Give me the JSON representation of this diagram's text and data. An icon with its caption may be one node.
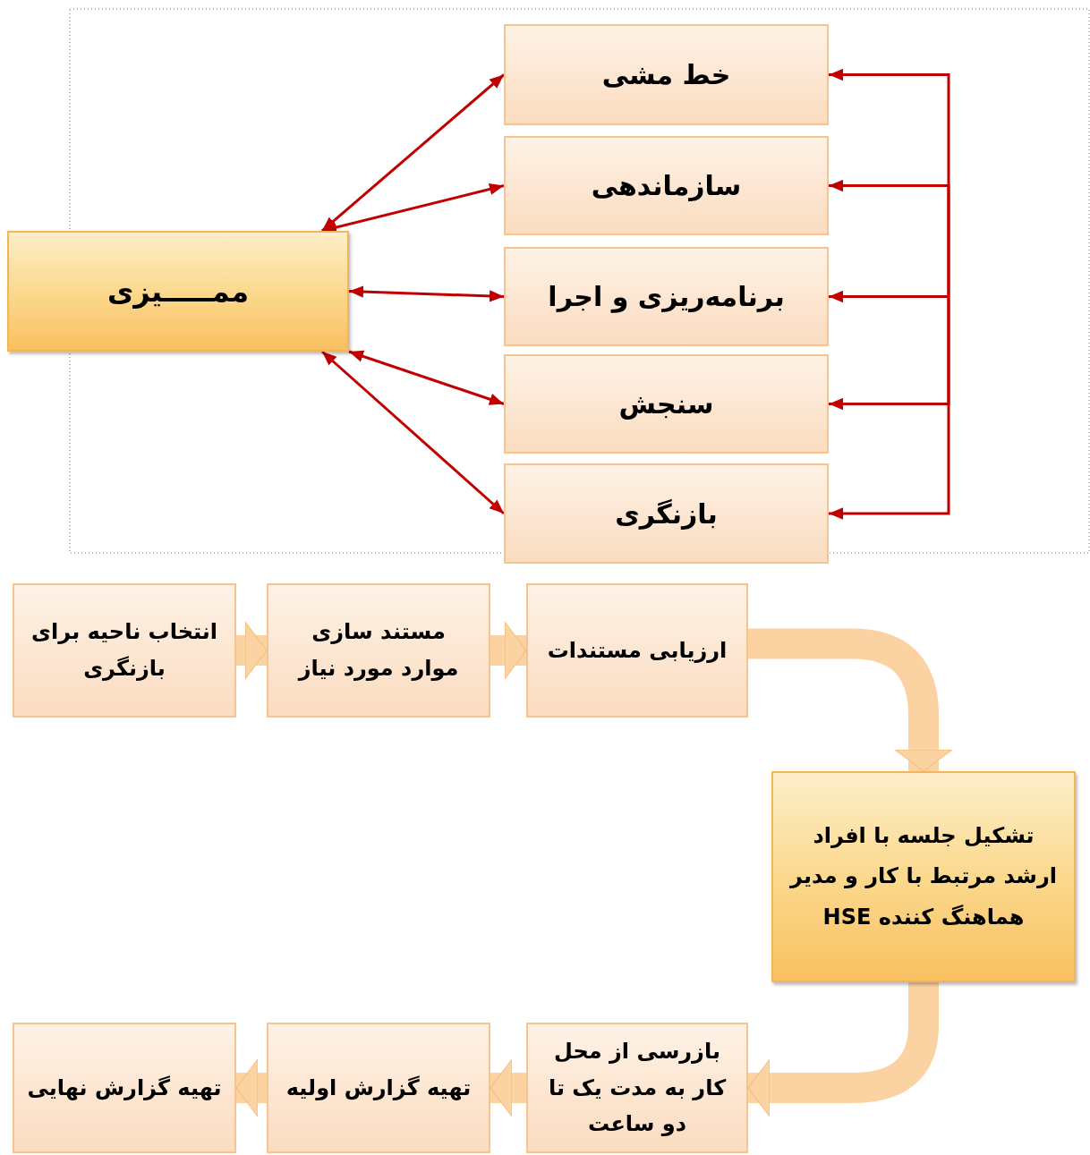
{
  "diagram": {
    "nodes": [
      {
        "text": [
          "ممـــــیزی"
        ]
      },
      {
        "text": [
          "خط مشی"
        ]
      },
      {
        "text": [
          "سازماندهی"
        ]
      },
      {
        "text": [
          "برنامه‌ریزی و اجرا"
        ]
      },
      {
        "text": [
          "سنجش"
        ]
      },
      {
        "text": [
          "بازنگری"
        ]
      },
      {
        "text": [
          "انتخاب ناحیه برای بازنگری"
        ]
      },
      {
        "text": [
          "مستند سازی موارد مورد نیاز"
        ]
      },
      {
        "text": [
          "ارزیابی مستندات"
        ]
      },
      {
        "text": [
          "تشکیل جلسه با افراد ارشد مرتبط با کار و مدیر هماهنگ کننده HSE"
        ]
      },
      {
        "text": [
          "بازرسی از محل کار به مدت یک تا دو ساعت"
        ]
      },
      {
        "text": [
          "تهیه گزارش اولیه"
        ]
      },
      {
        "text": [
          "تهیه گزارش نهایی"
        ]
      }
    ],
    "edges": [
      {
        "from": 0,
        "to": 1,
        "arrow": "both"
      },
      {
        "from": 0,
        "to": 2,
        "arrow": "both"
      },
      {
        "from": 0,
        "to": 3,
        "arrow": "both"
      },
      {
        "from": 0,
        "to": 4,
        "arrow": "both"
      },
      {
        "from": 0,
        "to": 5,
        "arrow": "both"
      },
      {
        "from": null,
        "to": 1,
        "arrow": "to"
      },
      {
        "from": null,
        "to": 2,
        "arrow": "to"
      },
      {
        "from": null,
        "to": 3,
        "arrow": "to"
      },
      {
        "from": null,
        "to": 4,
        "arrow": "to"
      },
      {
        "from": null,
        "to": 5,
        "arrow": "to"
      },
      {
        "from": 6,
        "to": 7,
        "arrow": "to",
        "style": "thick",
        "color": "#fbd3a2"
      },
      {
        "from": 7,
        "to": 8,
        "arrow": "to",
        "style": "thick",
        "color": "#fbd3a2"
      },
      {
        "from": 8,
        "to": 9,
        "arrow": "to",
        "style": "thick",
        "color": "#fbd3a2"
      },
      {
        "from": 9,
        "to": 10,
        "arrow": "to",
        "style": "thick",
        "color": "#fbd3a2"
      },
      {
        "from": 10,
        "to": 11,
        "arrow": "to",
        "style": "thick",
        "color": "#fbd3a2"
      },
      {
        "from": 11,
        "to": 12,
        "arrow": "to",
        "style": "thick",
        "color": "#fbd3a2"
      }
    ]
  }
}
